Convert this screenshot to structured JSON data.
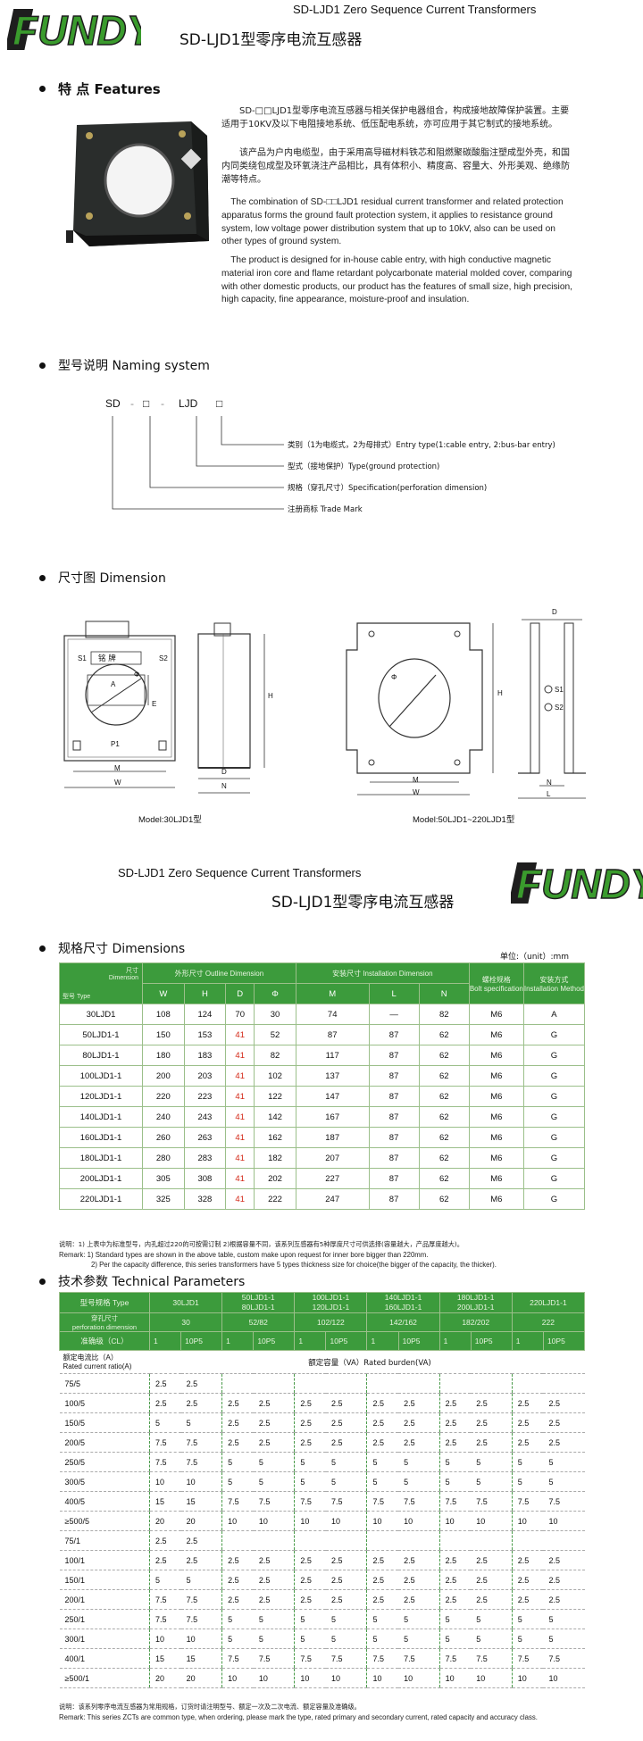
{
  "brand": {
    "logo_text": "FUNDY",
    "color": "#3a9b2d"
  },
  "header": {
    "title_en": "SD-LJD1 Zero Sequence Current Transformers",
    "title_cn": "SD-LJD1型零序电流互感器"
  },
  "features": {
    "title": "特  点  Features",
    "paragraphs_cn": [
      "SD-□□LJD1型零序电流互感器与相关保护电器组合，构成接地故障保护装置。主要适用于10KV及以下电阻接地系统、低压配电系统，亦可应用于其它制式的接地系统。",
      "该产品为户内电缆型，由于采用高导磁材料铁芯和阻燃聚碳酸脂注塑成型外壳，和国内同类绕包成型及环氧浇注产品相比，具有体积小、精度高、容量大、外形美观、绝缘防潮等特点。"
    ],
    "paragraphs_en": [
      "The combination of SD-□□LJD1 residual current transformer and related protection apparatus forms the ground fault protection system, it applies to resistance ground system, low voltage power distribution system that up to 10kV, also can be used on other types of ground system.",
      "The product is designed for in-house cable entry, with high conductive magnetic material iron core and flame retardant polycarbonate material molded cover, comparing with other domestic products, our product has the features of small size, high precision, high capacity, fine appearance, moisture-proof and insulation."
    ]
  },
  "naming": {
    "title": "型号说明 Naming system",
    "code": [
      "SD",
      "-",
      "□",
      "-",
      "LJD",
      "□"
    ],
    "annotations": [
      "类别（1为电缆式，2为母排式）Entry type(1:cable entry, 2:bus-bar entry)",
      "型式（接地保护）Type(ground protection)",
      "规格（穿孔尺寸）Specification(perforation dimension)",
      "注册商标 Trade Mark"
    ]
  },
  "dimension": {
    "title": "尺寸图 Dimension",
    "model_left": "Model:30LJD1型",
    "model_right": "Model:50LJD1~220LJD1型",
    "plate_text": "铭  牌",
    "labels": {
      "S1": "S1",
      "S2": "S2",
      "P1": "P1",
      "M": "M",
      "W": "W",
      "A": "A",
      "E": "E",
      "phi": "Φ",
      "H": "H",
      "D": "D",
      "N": "N",
      "L": "L",
      "s1": "S1",
      "s2": "S2"
    }
  },
  "header2": {
    "title_en": "SD-LJD1 Zero Sequence Current Transformers",
    "title_cn": "SD-LJD1型零序电流互感器"
  },
  "dimensions_table": {
    "title": "规格尺寸 Dimensions",
    "unit": "单位:（unit）:mm",
    "corner_top": "尺寸\nDimension",
    "corner_bottom": "型号 Type",
    "group_outline": "外形尺寸 Outline Dimension",
    "group_install": "安装尺寸 Installation Dimension",
    "bolt": "螺栓规格\nBolt specification",
    "install_method": "安装方式\nInstallation Method",
    "cols": [
      "W",
      "H",
      "D",
      "Φ",
      "M",
      "L",
      "N"
    ],
    "rows": [
      [
        "30LJD1",
        "108",
        "124",
        "70",
        "30",
        "74",
        "—",
        "82",
        "M6",
        "A"
      ],
      [
        "50LJD1-1",
        "150",
        "153",
        "41",
        "52",
        "87",
        "87",
        "62",
        "M6",
        "G"
      ],
      [
        "80LJD1-1",
        "180",
        "183",
        "41",
        "82",
        "117",
        "87",
        "62",
        "M6",
        "G"
      ],
      [
        "100LJD1-1",
        "200",
        "203",
        "41",
        "102",
        "137",
        "87",
        "62",
        "M6",
        "G"
      ],
      [
        "120LJD1-1",
        "220",
        "223",
        "41",
        "122",
        "147",
        "87",
        "62",
        "M6",
        "G"
      ],
      [
        "140LJD1-1",
        "240",
        "243",
        "41",
        "142",
        "167",
        "87",
        "62",
        "M6",
        "G"
      ],
      [
        "160LJD1-1",
        "260",
        "263",
        "41",
        "162",
        "187",
        "87",
        "62",
        "M6",
        "G"
      ],
      [
        "180LJD1-1",
        "280",
        "283",
        "41",
        "182",
        "207",
        "87",
        "62",
        "M6",
        "G"
      ],
      [
        "200LJD1-1",
        "305",
        "308",
        "41",
        "202",
        "227",
        "87",
        "62",
        "M6",
        "G"
      ],
      [
        "220LJD1-1",
        "325",
        "328",
        "41",
        "222",
        "247",
        "87",
        "62",
        "M6",
        "G"
      ]
    ],
    "note_cn": "说明：1) 上表中为标准型号，内孔超过220的可按需订制  2)根据容量不同，该系列互感器有5种厚度尺寸可供选择(容量越大，产品厚度越大)。",
    "note_en1": "Remark: 1) Standard types are shown in the above table, custom make upon request for inner bore bigger than 220mm.",
    "note_en2": "2) Per the capacity difference, this series transformers have 5 types thickness size for choice(the bigger of the capacity, the thicker)."
  },
  "tech": {
    "title": "技术参数 Technical Parameters",
    "type_label": "型号规格 Type",
    "perf_label": "穿孔尺寸\nperforation dimension",
    "acc_label": "准确级（CL）",
    "types": [
      "30LJD1",
      "50LJD1-1\n80LJD1-1",
      "100LJD1-1\n120LJD1-1",
      "140LJD1-1\n160LJD1-1",
      "180LJD1-1\n200LJD1-1",
      "220LJD1-1"
    ],
    "perf": [
      "30",
      "52/82",
      "102/122",
      "142/162",
      "182/202",
      "222"
    ],
    "acc": [
      "1",
      "10P5"
    ],
    "ratio_label_cn": "额定电流比（A）",
    "ratio_label_en": "Rated current ratio(A)",
    "burden_label": "额定容量（VA）Rated burden(VA)",
    "rows": [
      [
        "75/5",
        "2.5",
        "2.5",
        "",
        "",
        "",
        "",
        "",
        "",
        "",
        "",
        "",
        ""
      ],
      [
        "100/5",
        "2.5",
        "2.5",
        "2.5",
        "2.5",
        "2.5",
        "2.5",
        "2.5",
        "2.5",
        "2.5",
        "2.5",
        "2.5",
        "2.5"
      ],
      [
        "150/5",
        "5",
        "5",
        "2.5",
        "2.5",
        "2.5",
        "2.5",
        "2.5",
        "2.5",
        "2.5",
        "2.5",
        "2.5",
        "2.5"
      ],
      [
        "200/5",
        "7.5",
        "7.5",
        "2.5",
        "2.5",
        "2.5",
        "2.5",
        "2.5",
        "2.5",
        "2.5",
        "2.5",
        "2.5",
        "2.5"
      ],
      [
        "250/5",
        "7.5",
        "7.5",
        "5",
        "5",
        "5",
        "5",
        "5",
        "5",
        "5",
        "5",
        "5",
        "5"
      ],
      [
        "300/5",
        "10",
        "10",
        "5",
        "5",
        "5",
        "5",
        "5",
        "5",
        "5",
        "5",
        "5",
        "5"
      ],
      [
        "400/5",
        "15",
        "15",
        "7.5",
        "7.5",
        "7.5",
        "7.5",
        "7.5",
        "7.5",
        "7.5",
        "7.5",
        "7.5",
        "7.5"
      ],
      [
        "≥500/5",
        "20",
        "20",
        "10",
        "10",
        "10",
        "10",
        "10",
        "10",
        "10",
        "10",
        "10",
        "10"
      ],
      [
        "75/1",
        "2.5",
        "2.5",
        "",
        "",
        "",
        "",
        "",
        "",
        "",
        "",
        "",
        ""
      ],
      [
        "100/1",
        "2.5",
        "2.5",
        "2.5",
        "2.5",
        "2.5",
        "2.5",
        "2.5",
        "2.5",
        "2.5",
        "2.5",
        "2.5",
        "2.5"
      ],
      [
        "150/1",
        "5",
        "5",
        "2.5",
        "2.5",
        "2.5",
        "2.5",
        "2.5",
        "2.5",
        "2.5",
        "2.5",
        "2.5",
        "2.5"
      ],
      [
        "200/1",
        "7.5",
        "7.5",
        "2.5",
        "2.5",
        "2.5",
        "2.5",
        "2.5",
        "2.5",
        "2.5",
        "2.5",
        "2.5",
        "2.5"
      ],
      [
        "250/1",
        "7.5",
        "7.5",
        "5",
        "5",
        "5",
        "5",
        "5",
        "5",
        "5",
        "5",
        "5",
        "5"
      ],
      [
        "300/1",
        "10",
        "10",
        "5",
        "5",
        "5",
        "5",
        "5",
        "5",
        "5",
        "5",
        "5",
        "5"
      ],
      [
        "400/1",
        "15",
        "15",
        "7.5",
        "7.5",
        "7.5",
        "7.5",
        "7.5",
        "7.5",
        "7.5",
        "7.5",
        "7.5",
        "7.5"
      ],
      [
        "≥500/1",
        "20",
        "20",
        "10",
        "10",
        "10",
        "10",
        "10",
        "10",
        "10",
        "10",
        "10",
        "10"
      ]
    ],
    "note_cn": "说明：该系列零序电流互感器为常用规格，订货时请注明型号、额定一次及二次电流、额定容量及准确级。",
    "note_en": "Remark: This series ZCTs are common type, when ordering, please mark the type, rated primary and secondary current, rated capacity and accuracy class."
  }
}
